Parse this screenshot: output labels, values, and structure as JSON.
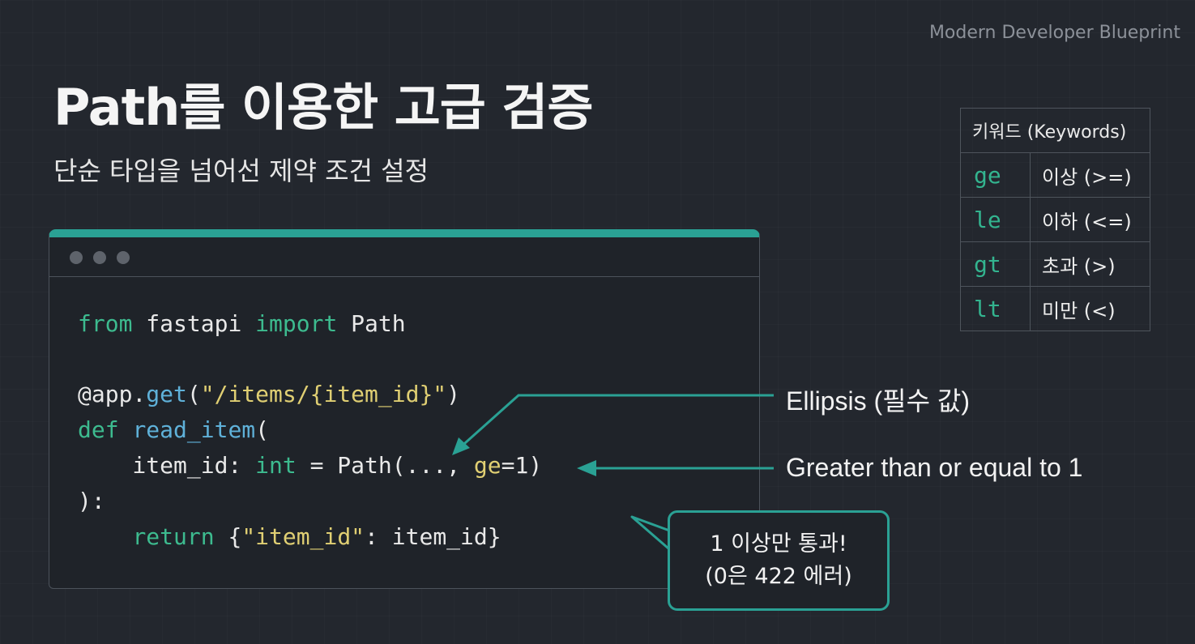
{
  "brand": "Modern Developer Blueprint",
  "title": "Path를 이용한 고급 검증",
  "subtitle": "단순 타입을 넘어선 제약 조건 설정",
  "colors": {
    "accent": "#2aa194",
    "background": "#23272e",
    "code_keyword": "#3dbb8f",
    "code_function": "#5fb1d9",
    "code_string": "#e0cf73"
  },
  "code_window": {
    "dots": [
      "window-dot",
      "window-dot",
      "window-dot"
    ],
    "lines": {
      "l1": {
        "kw1": "from",
        "t1": " fastapi ",
        "kw2": "import",
        "t2": " Path"
      },
      "l3": {
        "t1": "@app.",
        "fn1": "get",
        "t2": "(",
        "str1": "\"/items/{item_id}\"",
        "t3": ")"
      },
      "l4": {
        "kw1": "def",
        "t1": " ",
        "fn1": "read_item",
        "t2": "("
      },
      "l5": {
        "t1": "    item_id: ",
        "kw1": "int",
        "t2": " = Path(..., ",
        "str1": "ge",
        "t3": "=1)"
      },
      "l6": {
        "t1": "):"
      },
      "l7": {
        "t1": "    ",
        "kw1": "return",
        "t2": " {",
        "str1": "\"item_id\"",
        "t3": ": item_id}"
      }
    }
  },
  "keyword_table": {
    "header": "키워드 (Keywords)",
    "rows": [
      {
        "key": "ge",
        "meaning": "이상 (>=)"
      },
      {
        "key": "le",
        "meaning": "이하 (<=)"
      },
      {
        "key": "gt",
        "meaning": "초과 (>)"
      },
      {
        "key": "lt",
        "meaning": "미만 (<)"
      }
    ]
  },
  "annotations": {
    "ellipsis": "Ellipsis (필수 값)",
    "greater": "Greater than or equal to 1"
  },
  "callout": {
    "line1": "1 이상만 통과!",
    "line2": "(0은 422 에러)"
  }
}
